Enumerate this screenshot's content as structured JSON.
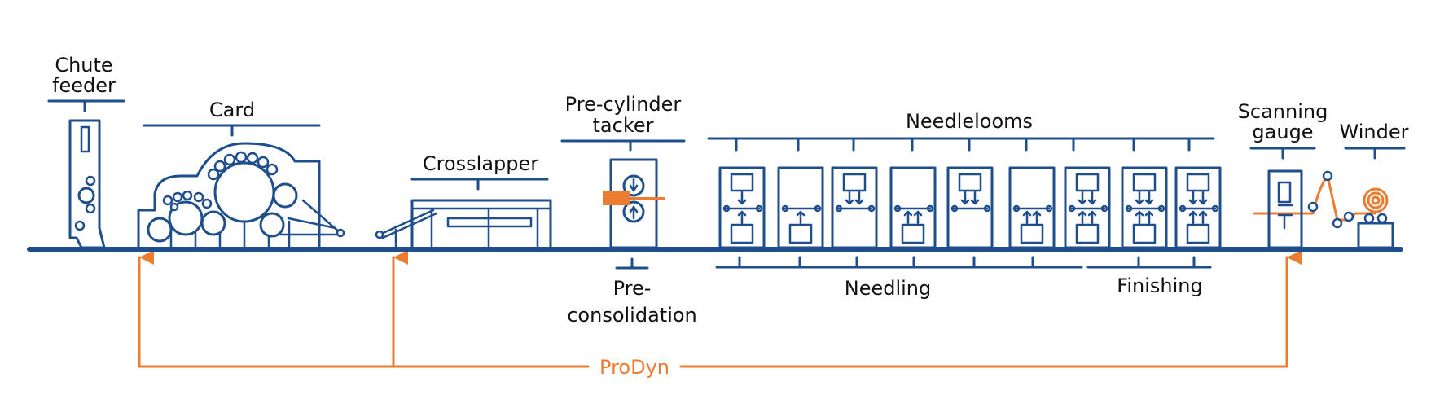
{
  "colors": {
    "machine": "#1f4e8c",
    "control": "#ec7c30",
    "text": "#111111",
    "background": "#ffffff"
  },
  "labels": {
    "chute_feeder": [
      "Chute",
      "feeder"
    ],
    "card": "Card",
    "crosslapper": "Crosslapper",
    "pre_cylinder_tacker": [
      "Pre-cylinder",
      "tacker"
    ],
    "needlelooms": "Needlelooms",
    "scanning_gauge": [
      "Scanning",
      "gauge"
    ],
    "winder": "Winder",
    "pre_consolidation": [
      "Pre-",
      "consolidation"
    ],
    "needling": "Needling",
    "finishing": "Finishing",
    "prodyn": "ProDyn"
  },
  "needleloom_modules": [
    {
      "top": "down",
      "bottom": "up"
    },
    {
      "top": "none",
      "bottom": "up"
    },
    {
      "top": "double-down",
      "bottom": "none"
    },
    {
      "top": "none",
      "bottom": "double-up"
    },
    {
      "top": "double-down",
      "bottom": "none"
    },
    {
      "top": "none",
      "bottom": "double-up"
    },
    {
      "top": "double-down",
      "bottom": "double-up"
    },
    {
      "top": "double-down",
      "bottom": "double-up"
    },
    {
      "top": "double-down",
      "bottom": "double-up"
    }
  ]
}
